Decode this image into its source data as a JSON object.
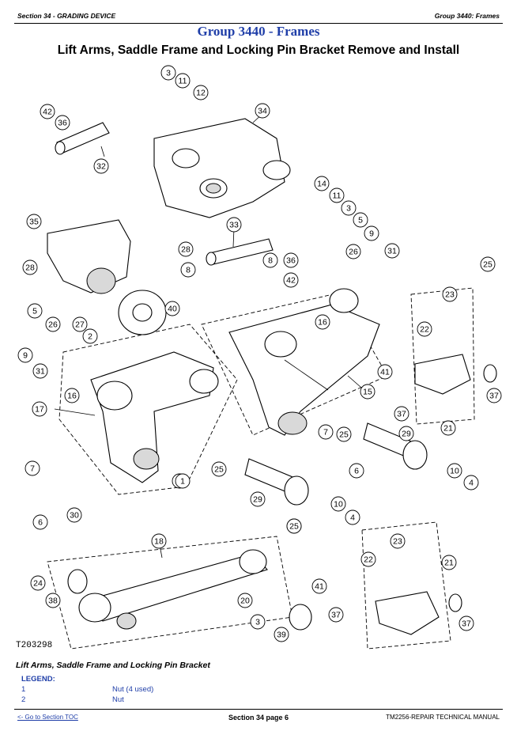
{
  "header": {
    "section": "Section 34 - GRADING DEVICE",
    "group": "Group 3440: Frames"
  },
  "group_title": "Group 3440 - Frames",
  "page_title": "Lift Arms, Saddle Frame and Locking Pin Bracket Remove and Install",
  "figure": {
    "figure_id": "T203298",
    "callouts": [
      "3",
      "11",
      "12",
      "42",
      "36",
      "34",
      "32",
      "14",
      "11",
      "3",
      "35",
      "33",
      "5",
      "9",
      "28",
      "28",
      "8",
      "36",
      "26",
      "31",
      "8",
      "42",
      "25",
      "5",
      "26",
      "40",
      "27",
      "16",
      "23",
      "22",
      "9",
      "2",
      "31",
      "41",
      "16",
      "15",
      "37",
      "17",
      "37",
      "1",
      "7",
      "25",
      "29",
      "21",
      "25",
      "7",
      "6",
      "1",
      "25",
      "10",
      "4",
      "29",
      "10",
      "30",
      "25",
      "4",
      "6",
      "18",
      "23",
      "22",
      "21",
      "24",
      "38",
      "20",
      "41",
      "3",
      "37",
      "39",
      "37"
    ]
  },
  "caption": "Lift Arms, Saddle Frame and Locking Pin Bracket",
  "legend": {
    "title": "LEGEND:",
    "items": [
      {
        "num": "1",
        "text": "Nut (4 used)"
      },
      {
        "num": "2",
        "text": "Nut"
      }
    ]
  },
  "footer": {
    "toc_link": "<- Go to Section TOC",
    "page": "Section 34 page 6",
    "manual": "TM2256-REPAIR TECHNICAL MANUAL"
  }
}
